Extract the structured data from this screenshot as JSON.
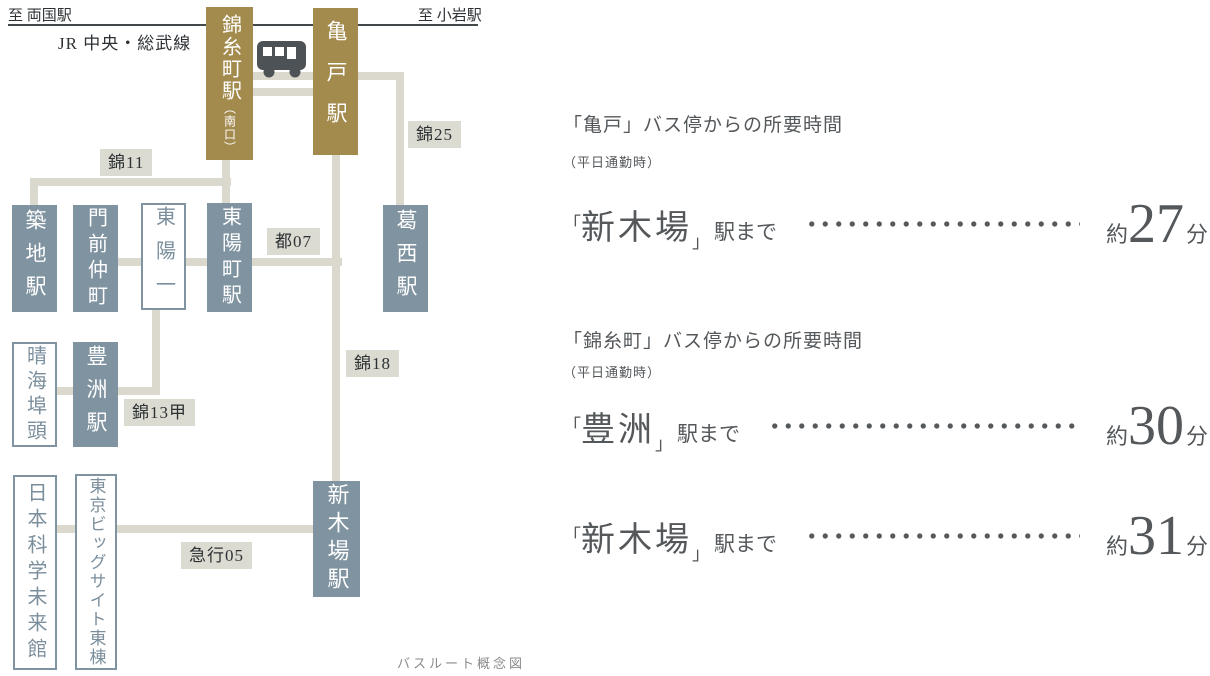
{
  "diagram": {
    "top": {
      "to_left": "至 両国駅",
      "to_right": "至 小岩駅",
      "jr_line": "JR 中央・総武線"
    },
    "stations": {
      "kinshicho": {
        "label": "錦糸町駅",
        "sub": "（南口）"
      },
      "kameido": {
        "label": "亀戸駅"
      },
      "tsukiji": {
        "label": "築地駅"
      },
      "monzennakacho": {
        "label": "門前仲町"
      },
      "toyoicchome": {
        "label": "東陽一"
      },
      "toyocho": {
        "label": "東陽町駅"
      },
      "kasai": {
        "label": "葛西駅"
      },
      "harumifuto": {
        "label": "晴海埠頭"
      },
      "toyosu": {
        "label": "豊洲駅"
      },
      "miraikan": {
        "label": "日本科学未来館"
      },
      "bigsight": {
        "label": "東京ビッグサイト東棟"
      },
      "shinkiba": {
        "label": "新木場駅"
      }
    },
    "routes": {
      "kin11": "錦11",
      "kin25": "錦25",
      "to07": "都07",
      "kin18": "錦18",
      "kin13ko": "錦13甲",
      "kyuko05": "急行05"
    },
    "caption": "バスルート概念図",
    "icons": {
      "bus": "bus-icon"
    },
    "colors": {
      "gold": "#a38a4d",
      "slate": "#8093a1",
      "route_line": "#dbd9cd",
      "chip_bg": "#dcdbd2",
      "text_dark": "#2d3134",
      "info_text": "#54585b",
      "caption_gray": "#8a8a8a"
    }
  },
  "info": {
    "blocks": [
      {
        "title": "「亀戸」バス停からの所要時間",
        "note": "（平日通勤時）",
        "rows": [
          {
            "open": "「",
            "dest": "新木場",
            "close": "」",
            "suffix": "駅まで",
            "approx": "約",
            "minutes": "27",
            "unit": "分"
          }
        ]
      },
      {
        "title": "「錦糸町」バス停からの所要時間",
        "note": "（平日通勤時）",
        "rows": [
          {
            "open": "「",
            "dest": "豊洲",
            "close": "」",
            "suffix": "駅まで",
            "approx": "約",
            "minutes": "30",
            "unit": "分"
          },
          {
            "open": "「",
            "dest": "新木場",
            "close": "」",
            "suffix": "駅まで",
            "approx": "約",
            "minutes": "31",
            "unit": "分"
          }
        ]
      }
    ]
  }
}
